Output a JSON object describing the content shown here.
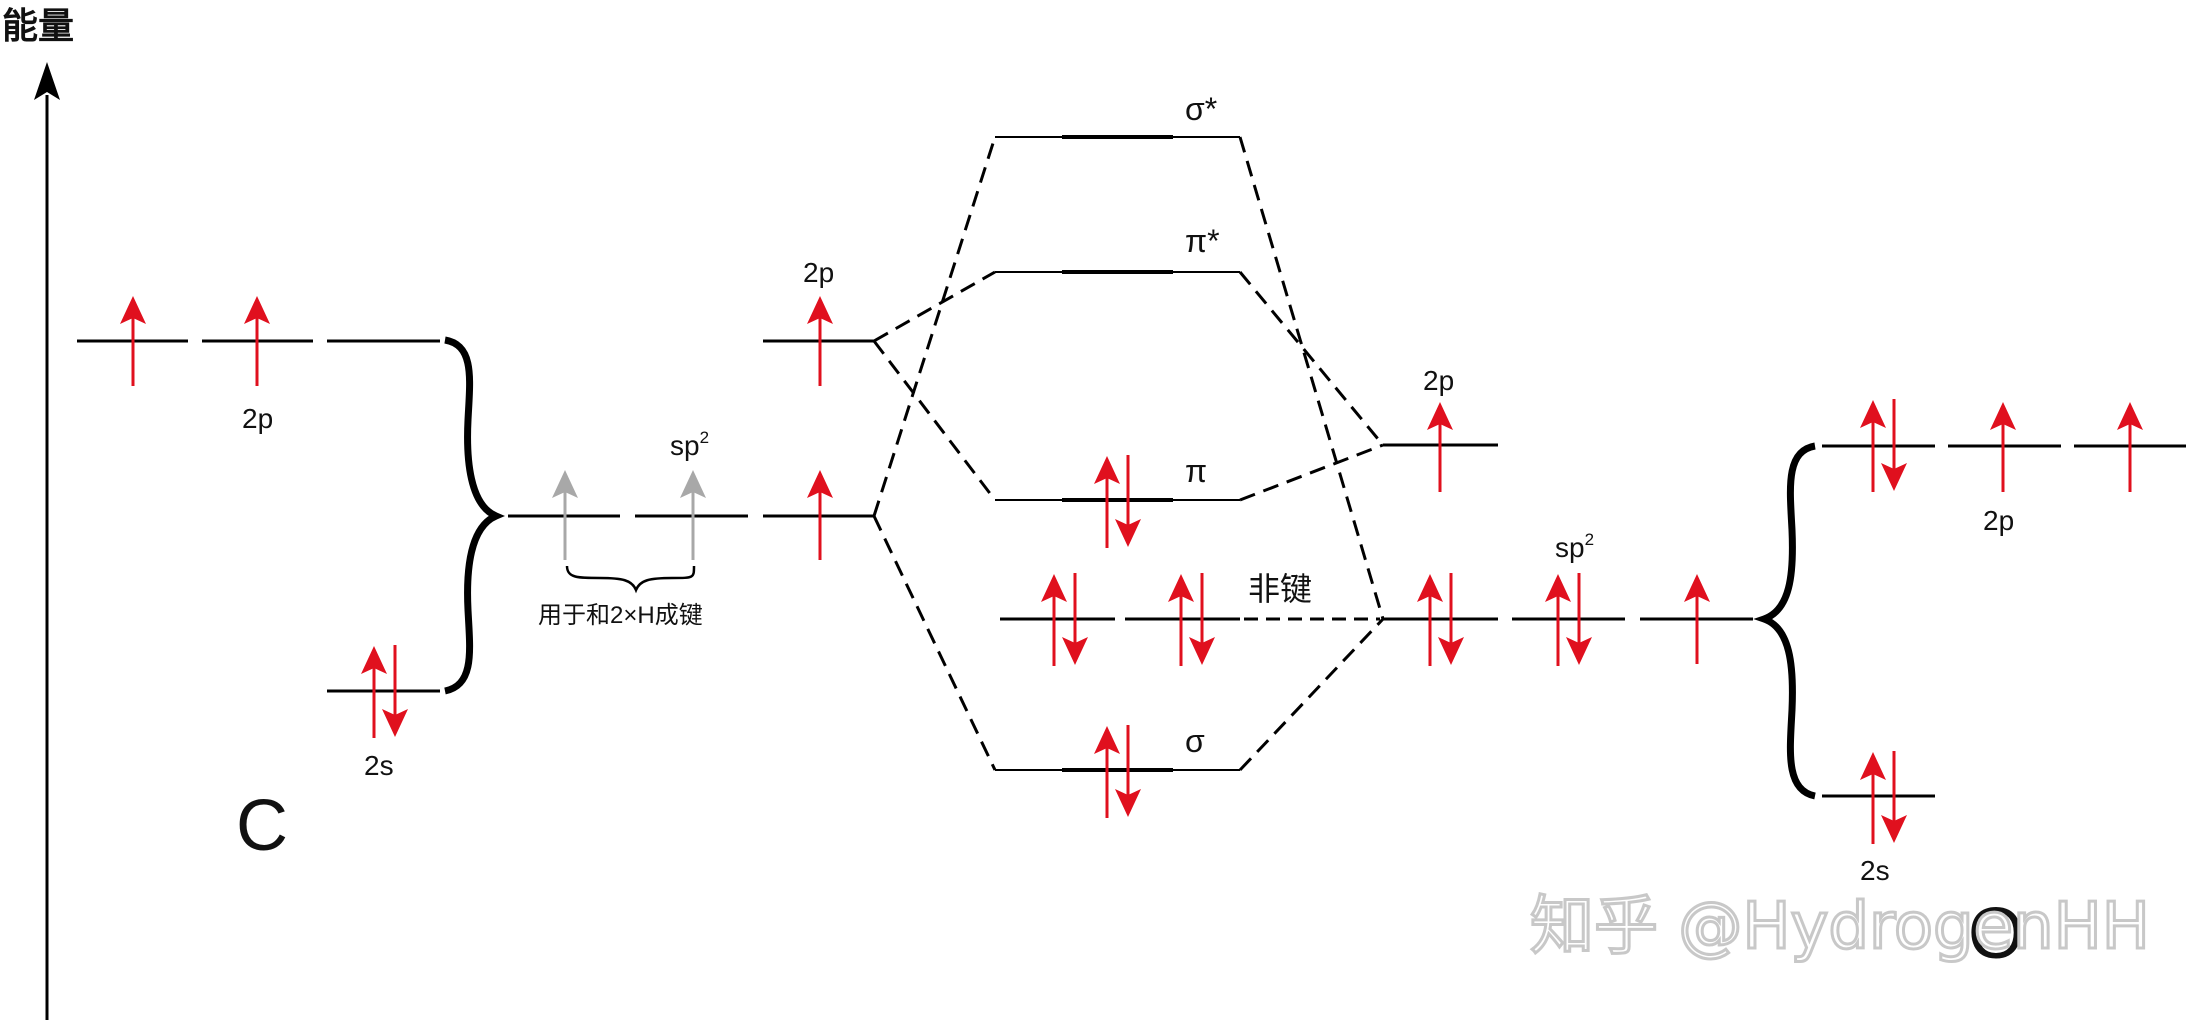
{
  "axis": {
    "label": "能量"
  },
  "carbon": {
    "symbol": "C",
    "p_label": "2p",
    "s_label": "2s",
    "hybrid_p_label": "2p",
    "hybrid_label": "sp",
    "hybrid_sup": "2",
    "bond_note": "用于和2×H成键"
  },
  "oxygen": {
    "symbol": "O",
    "p_label": "2p",
    "s_label": "2s",
    "hybrid_p_label": "2p",
    "hybrid_label": "sp",
    "hybrid_sup": "2"
  },
  "mo": {
    "sigma_star": "σ*",
    "pi_star": "π*",
    "pi": "π",
    "nonbonding": "非键",
    "sigma": "σ"
  },
  "watermark": "知乎 @HydrogenHH",
  "colors": {
    "electron": "#e0101e",
    "bonding_electron": "#a8a8a8",
    "line": "#000000"
  }
}
